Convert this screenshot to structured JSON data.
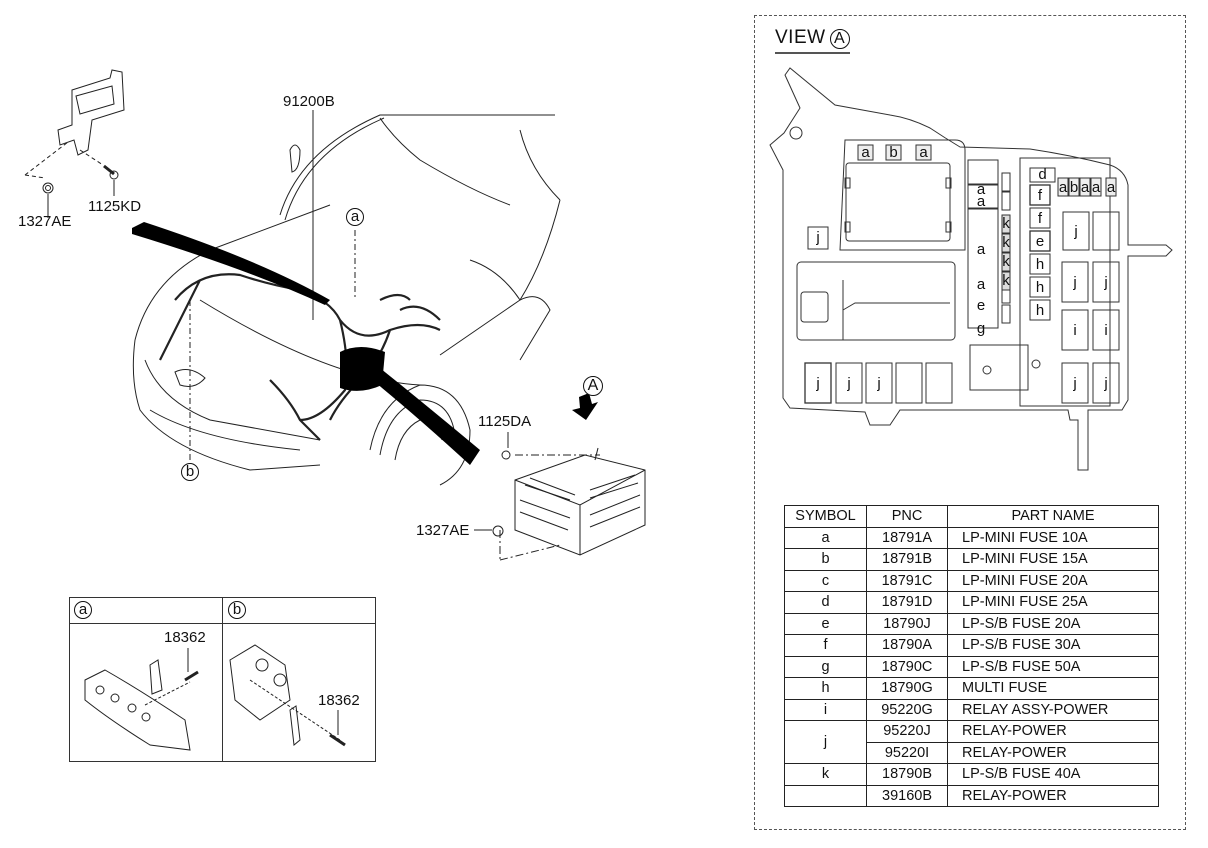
{
  "diagram": {
    "main_callouts": {
      "harness": "91200B",
      "bracket_bolt": "1125KD",
      "bracket_nut": "1327AE",
      "junction_bolt": "1125DA",
      "junction_nut": "1327AE",
      "marker_a": "a",
      "marker_b": "b",
      "view_marker": "A"
    },
    "details": {
      "a": {
        "label": "a",
        "part": "18362"
      },
      "b": {
        "label": "b",
        "part": "18362"
      }
    },
    "view": {
      "title": "VIEW",
      "marker": "A",
      "fuse_labels": {
        "top_row": [
          "a",
          "b",
          "a"
        ],
        "left_j": "j",
        "center_col": [
          "a",
          "a",
          "a",
          "a",
          "e",
          "g"
        ],
        "k_col": [
          "k",
          "k",
          "k",
          "k"
        ],
        "right_col": [
          "d",
          "f",
          "f",
          "e",
          "h",
          "h",
          "h"
        ],
        "small_row": [
          "a",
          "b",
          "a",
          "a",
          "a"
        ],
        "right_relays": [
          "j",
          "j",
          "j",
          "i",
          "i",
          "j",
          "j"
        ],
        "bottom_row": [
          "j",
          "j",
          "j"
        ]
      }
    },
    "table": {
      "headers": [
        "SYMBOL",
        "PNC",
        "PART NAME"
      ],
      "rows": [
        {
          "symbol": "a",
          "pnc": "18791A",
          "name": "LP-MINI FUSE 10A"
        },
        {
          "symbol": "b",
          "pnc": "18791B",
          "name": "LP-MINI FUSE 15A"
        },
        {
          "symbol": "c",
          "pnc": "18791C",
          "name": "LP-MINI FUSE 20A"
        },
        {
          "symbol": "d",
          "pnc": "18791D",
          "name": "LP-MINI FUSE 25A"
        },
        {
          "symbol": "e",
          "pnc": "18790J",
          "name": "LP-S/B FUSE 20A"
        },
        {
          "symbol": "f",
          "pnc": "18790A",
          "name": "LP-S/B FUSE 30A"
        },
        {
          "symbol": "g",
          "pnc": "18790C",
          "name": "LP-S/B FUSE 50A"
        },
        {
          "symbol": "h",
          "pnc": "18790G",
          "name": "MULTI FUSE"
        },
        {
          "symbol": "i",
          "pnc": "95220G",
          "name": "RELAY ASSY-POWER"
        },
        {
          "symbol": "j",
          "pnc": "95220J",
          "name": "RELAY-POWER"
        },
        {
          "symbol": "",
          "pnc": "95220I",
          "name": "RELAY-POWER"
        },
        {
          "symbol": "k",
          "pnc": "18790B",
          "name": "LP-S/B FUSE 40A"
        },
        {
          "symbol": "",
          "pnc": "39160B",
          "name": "RELAY-POWER"
        }
      ]
    }
  }
}
